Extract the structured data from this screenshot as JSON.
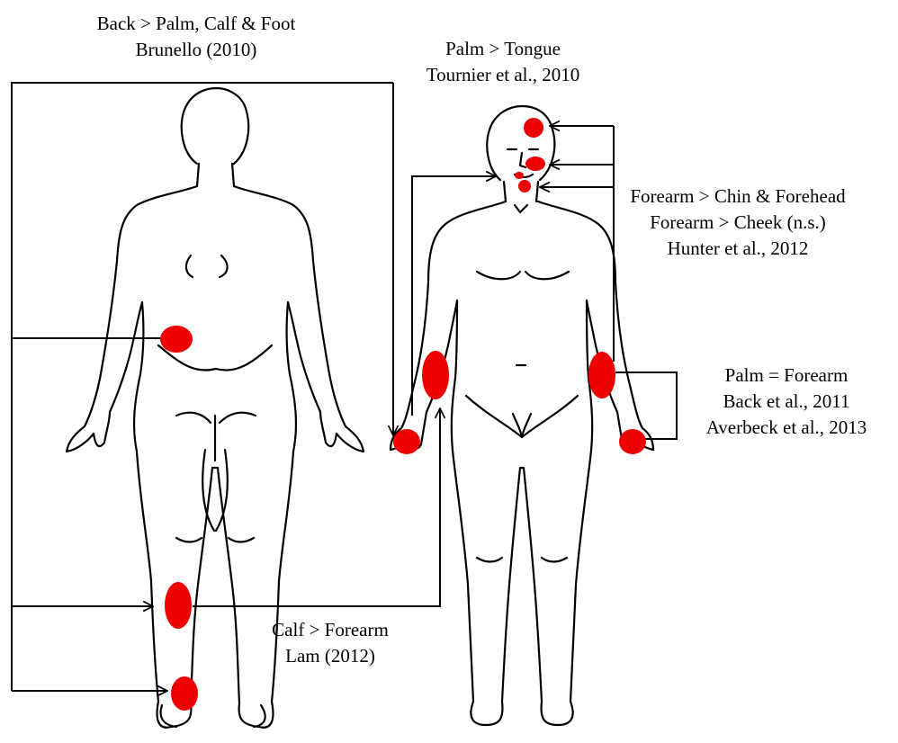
{
  "colors": {
    "marker": "#ee0000",
    "line": "#000000",
    "background": "#ffffff"
  },
  "figures": [
    {
      "name": "back-view-body"
    },
    {
      "name": "front-view-body"
    }
  ],
  "labels": {
    "back_comparison": {
      "line1": "Back > Palm, Calf & Foot",
      "line2": "Brunello (2010)"
    },
    "palm_tongue": {
      "line1": "Palm > Tongue",
      "line2": "Tournier et al., 2010"
    },
    "forearm_face": {
      "line1": "Forearm > Chin & Forehead",
      "line2": "Forearm > Cheek (n.s.)",
      "line3": "Hunter et al., 2012"
    },
    "palm_forearm": {
      "line1": "Palm = Forearm",
      "line2": "Back et al., 2011",
      "line3": "Averbeck et al., 2013"
    },
    "calf_forearm": {
      "line1": "Calf > Forearm",
      "line2": "Lam (2012)"
    }
  },
  "sites": [
    {
      "name": "lower-back"
    },
    {
      "name": "calf"
    },
    {
      "name": "foot"
    },
    {
      "name": "forehead"
    },
    {
      "name": "cheek"
    },
    {
      "name": "tongue"
    },
    {
      "name": "chin"
    },
    {
      "name": "right-forearm"
    },
    {
      "name": "left-forearm"
    },
    {
      "name": "right-palm"
    },
    {
      "name": "left-palm"
    }
  ]
}
